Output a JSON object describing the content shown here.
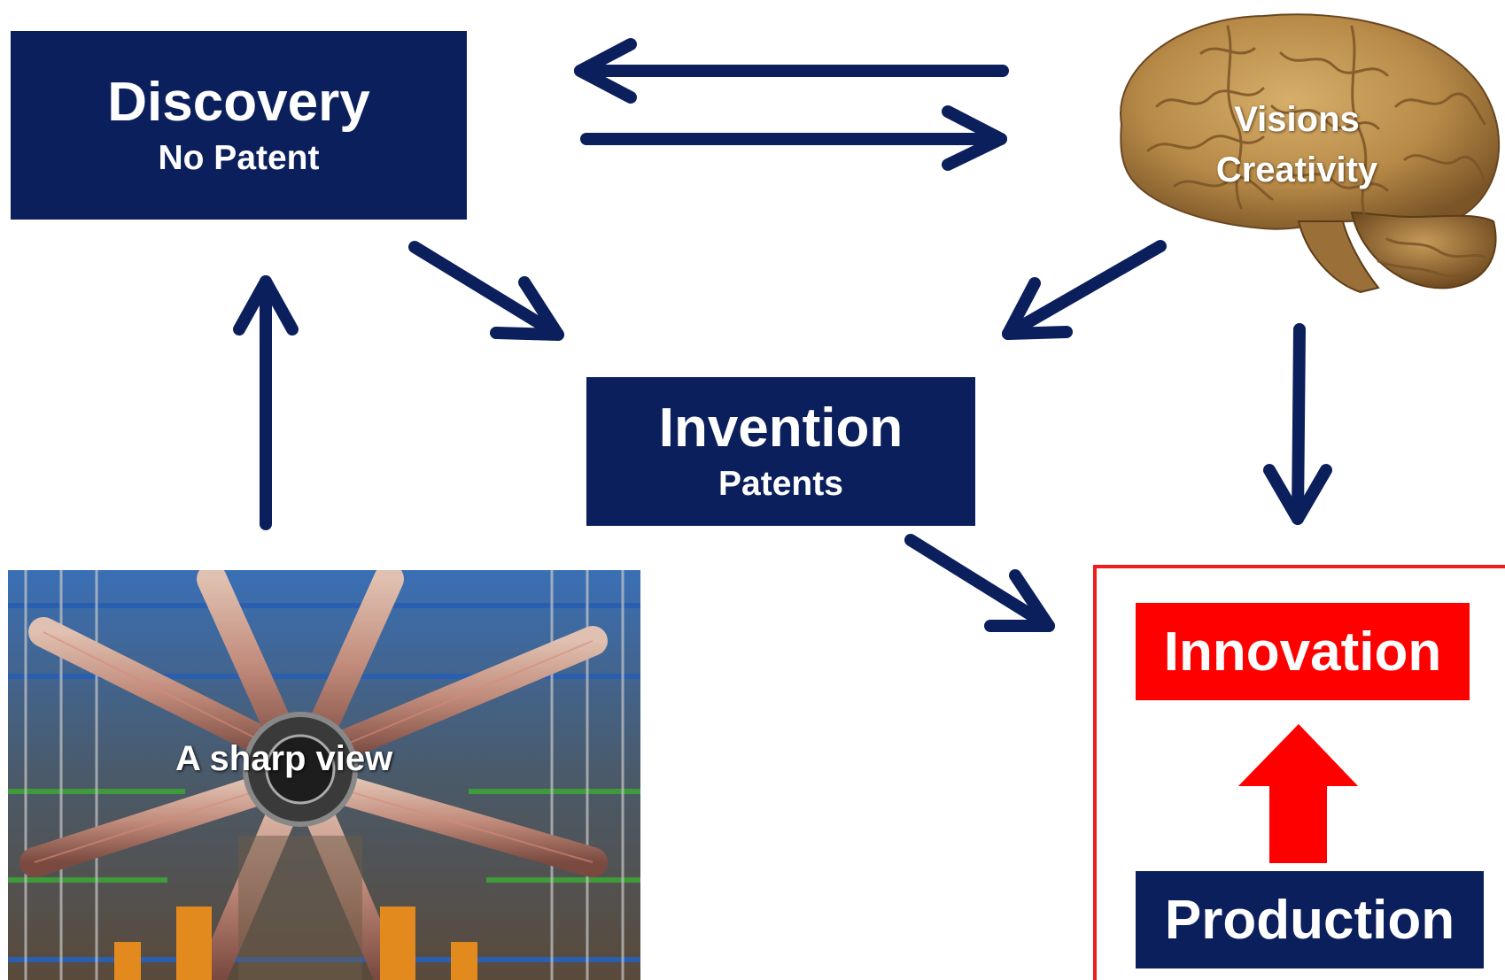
{
  "discovery": {
    "title": "Discovery",
    "subtitle": "No Patent"
  },
  "invention": {
    "title": "Invention",
    "subtitle": "Patents"
  },
  "brain": {
    "line1": "Visions",
    "line2": "Creativity",
    "icon": "brain-image"
  },
  "lhc": {
    "caption": "A sharp view",
    "icon": "particle-detector-image"
  },
  "innovation": {
    "label": "Innovation"
  },
  "production": {
    "label": "Production"
  },
  "colors": {
    "navy": "#0b1f5c",
    "red": "#ff0000",
    "frame_red": "#ee1c1c"
  }
}
